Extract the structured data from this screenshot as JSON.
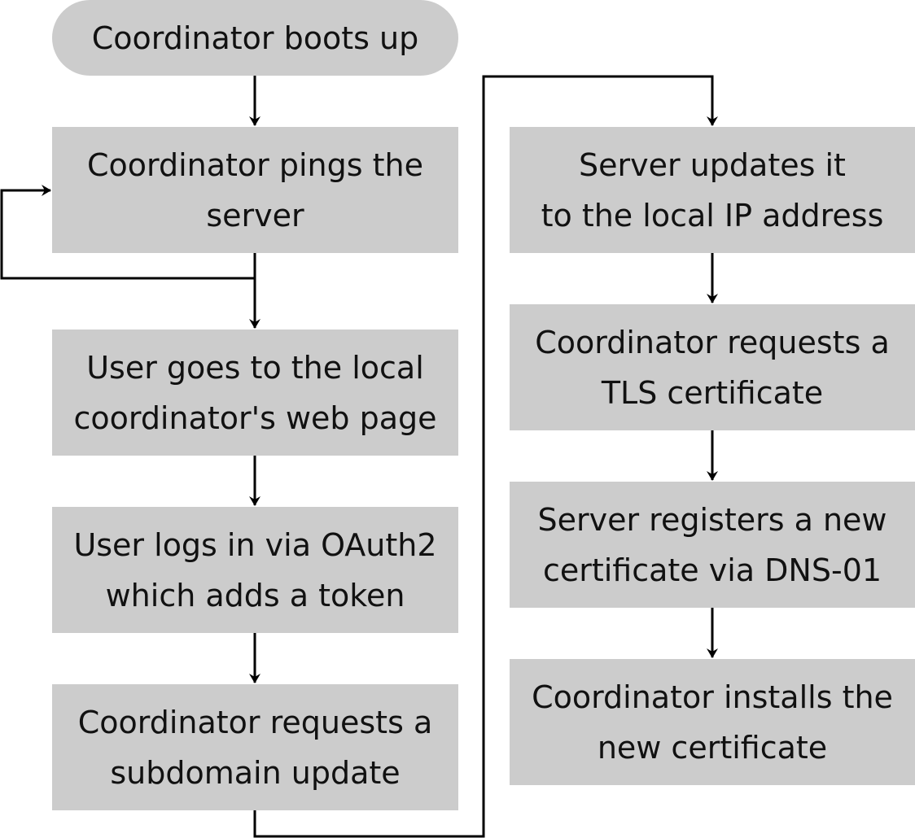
{
  "colors": {
    "node_fill": "#cccccc",
    "text": "#111111",
    "edge": "#000000",
    "background": "#ffffff"
  },
  "nodes": [
    {
      "id": "start",
      "label": "Coordinator boots up",
      "shape": "pill"
    },
    {
      "id": "ping",
      "label": "Coordinator pings the\nserver",
      "shape": "rect"
    },
    {
      "id": "webpage",
      "label": "User goes to the local\ncoordinator's web page",
      "shape": "rect"
    },
    {
      "id": "oauth",
      "label": "User logs in via OAuth2\nwhich adds a token",
      "shape": "rect"
    },
    {
      "id": "subdomain",
      "label": "Coordinator requests a\nsubdomain update",
      "shape": "rect"
    },
    {
      "id": "server_update",
      "label": "Server updates it\nto the local IP address",
      "shape": "rect"
    },
    {
      "id": "tls",
      "label": "Coordinator requests a\nTLS certificate",
      "shape": "rect"
    },
    {
      "id": "dns",
      "label": "Server registers a new\ncertificate via DNS-01",
      "shape": "rect"
    },
    {
      "id": "install",
      "label": "Coordinator installs the\nnew certificate",
      "shape": "rect"
    }
  ],
  "edges": [
    {
      "from": "start",
      "to": "ping"
    },
    {
      "from": "ping",
      "to": "ping"
    },
    {
      "from": "ping",
      "to": "webpage"
    },
    {
      "from": "webpage",
      "to": "oauth"
    },
    {
      "from": "oauth",
      "to": "subdomain"
    },
    {
      "from": "subdomain",
      "to": "server_update"
    },
    {
      "from": "server_update",
      "to": "tls"
    },
    {
      "from": "tls",
      "to": "dns"
    },
    {
      "from": "dns",
      "to": "install"
    }
  ]
}
